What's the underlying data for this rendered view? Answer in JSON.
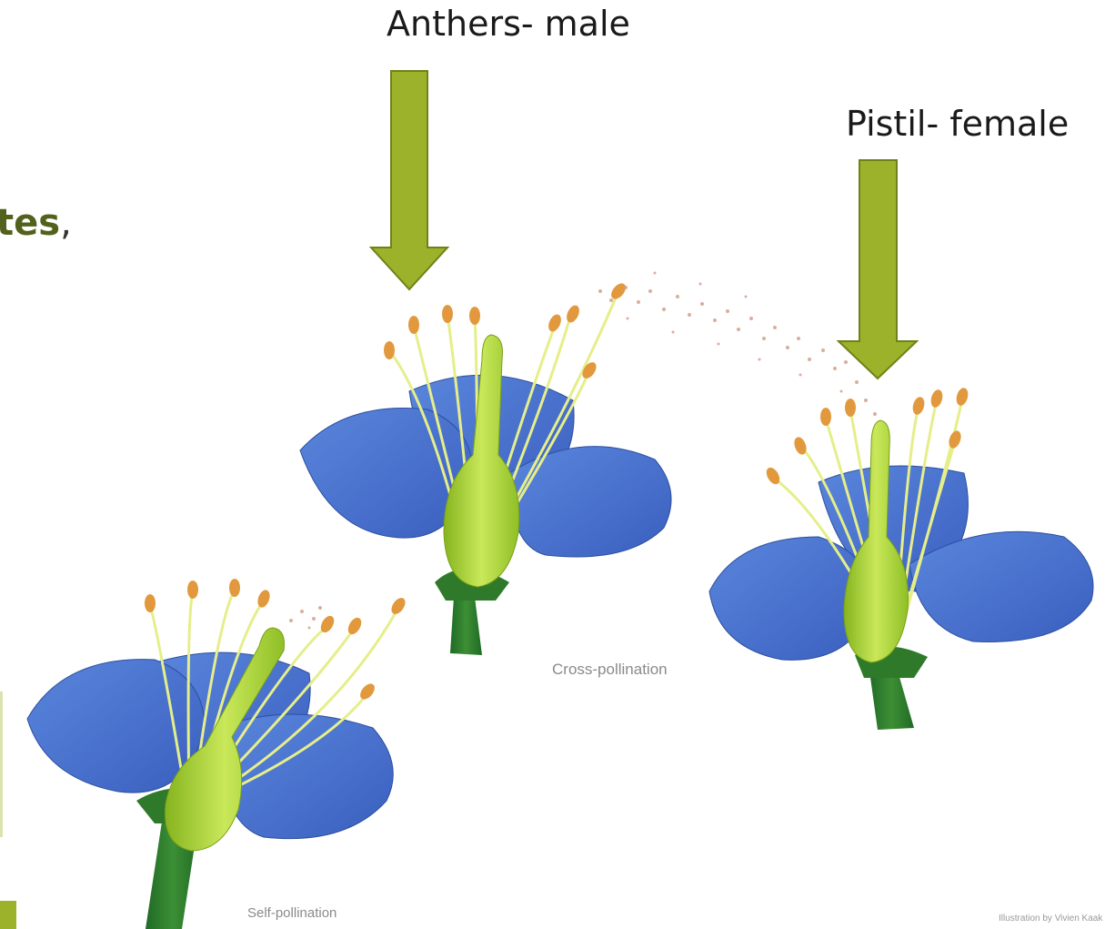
{
  "labels": {
    "anthers": "Anthers- male",
    "pistil": "Pistil- female",
    "cut_text": "tes",
    "cut_comma": ","
  },
  "captions": {
    "cross": "Cross-pollination",
    "self": "Self-pollination",
    "credit": "Illustration by Vivien Kaak"
  },
  "colors": {
    "arrow": "#9bb22a",
    "arrow_stroke": "#6e8218",
    "petal": "#4a72cf",
    "pistil": "#a9d33a",
    "anther": "#e2993e",
    "stem": "#2f7a2a"
  }
}
